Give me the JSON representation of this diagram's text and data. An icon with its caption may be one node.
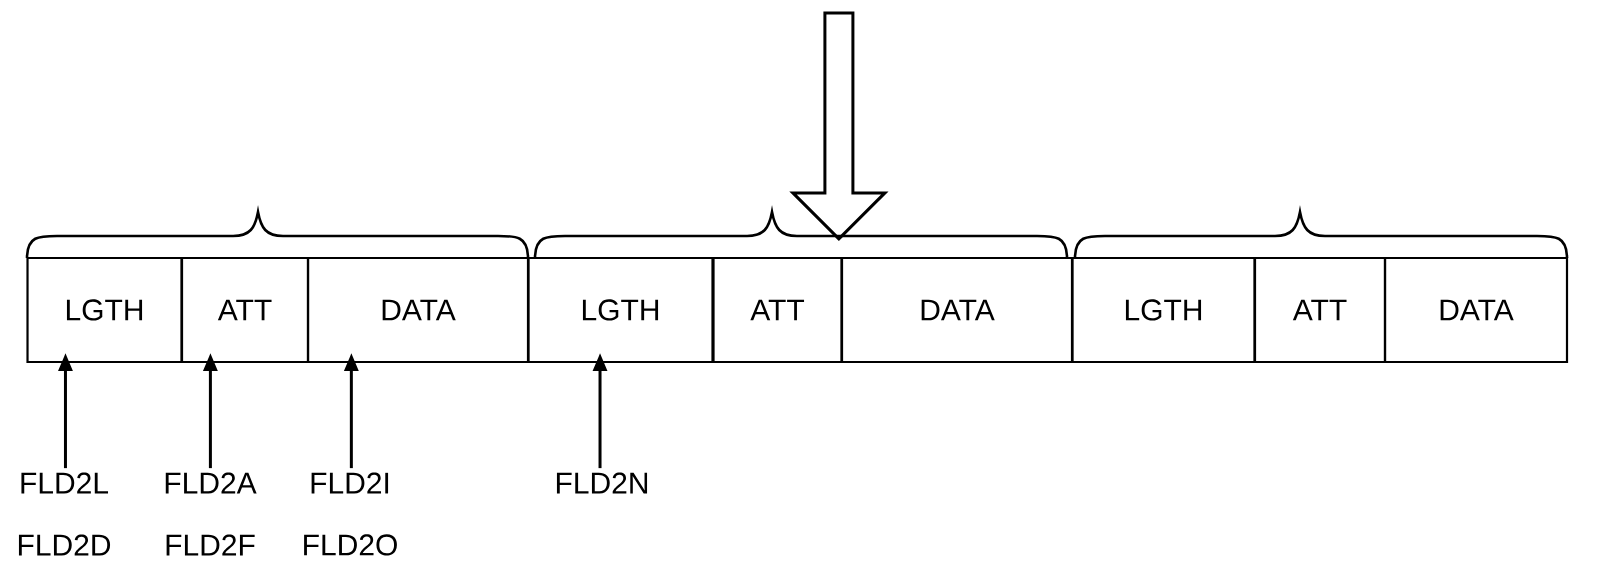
{
  "diagram": {
    "nodes": [
      {
        "text": [
          "LGTH"
        ]
      },
      {
        "text": [
          "ATT"
        ]
      },
      {
        "text": [
          "DATA"
        ]
      },
      {
        "text": [
          "LGTH"
        ]
      },
      {
        "text": [
          "ATT"
        ]
      },
      {
        "text": [
          "DATA"
        ]
      },
      {
        "text": [
          "LGTH"
        ]
      },
      {
        "text": [
          "ATT"
        ]
      },
      {
        "text": [
          "DATA"
        ]
      },
      {
        "text": [
          "FLD2L"
        ]
      },
      {
        "text": [
          "FLD2A"
        ]
      },
      {
        "text": [
          "FLD2I"
        ]
      },
      {
        "text": [
          "FLD2N"
        ]
      }
    ],
    "edges": [
      {
        "from": 9,
        "to": 0,
        "arrow": "to"
      },
      {
        "from": 10,
        "to": 1,
        "arrow": "to"
      },
      {
        "from": 11,
        "to": 2,
        "arrow": "to"
      },
      {
        "from": 12,
        "to": 3,
        "arrow": "to"
      },
      {
        "from": null,
        "to": 5,
        "arrow": "to"
      }
    ],
    "labels": [
      "FLD2D",
      "FLD2F",
      "FLD2O"
    ]
  }
}
